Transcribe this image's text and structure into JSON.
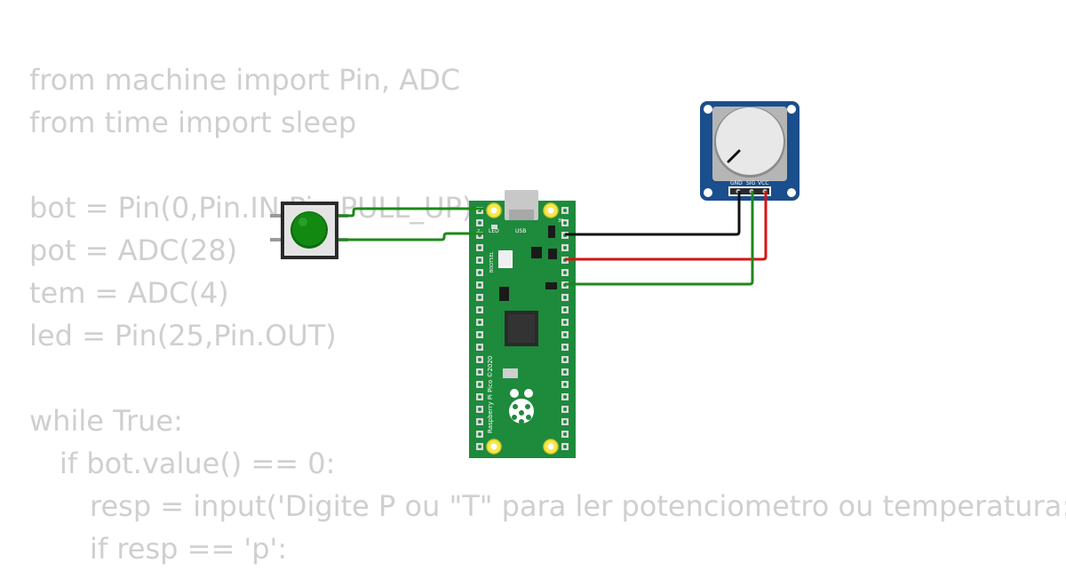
{
  "code_lines": [
    {
      "indent": 0,
      "text": "from machine import Pin, ADC"
    },
    {
      "indent": 0,
      "text": "from time import sleep"
    },
    {
      "indent": 0,
      "text": ""
    },
    {
      "indent": 0,
      "text": "bot = Pin(0,Pin.IN,Pin.PULL_UP)"
    },
    {
      "indent": 0,
      "text": "pot = ADC(28)"
    },
    {
      "indent": 0,
      "text": "tem = ADC(4)"
    },
    {
      "indent": 0,
      "text": "led = Pin(25,Pin.OUT)"
    },
    {
      "indent": 0,
      "text": ""
    },
    {
      "indent": 0,
      "text": "while True:"
    },
    {
      "indent": 1,
      "text": "if bot.value() == 0:"
    },
    {
      "indent": 2,
      "text": "resp = input('Digite P ou \"T\" para ler potenciometro ou temperatura: ').l"
    },
    {
      "indent": 2,
      "text": "if resp == 'p':"
    }
  ],
  "pico": {
    "label_usb": "USB",
    "label_led": "LED",
    "label_bootsel": "BOOTSEL",
    "board_text": "Raspberry Pi Pico ©2020",
    "pin_1": "1",
    "pin_2": "2",
    "pin_39": "39"
  },
  "potentiometer": {
    "pin_gnd": "GND",
    "pin_sig": "SIG",
    "pin_vcc": "VCC"
  },
  "colors": {
    "wire_green": "#1b8a1b",
    "wire_red": "#d41515",
    "wire_black": "#111111",
    "pico_board": "#1e8a3c",
    "pot_board": "#1a4e8c",
    "button_cap": "#128a12"
  }
}
